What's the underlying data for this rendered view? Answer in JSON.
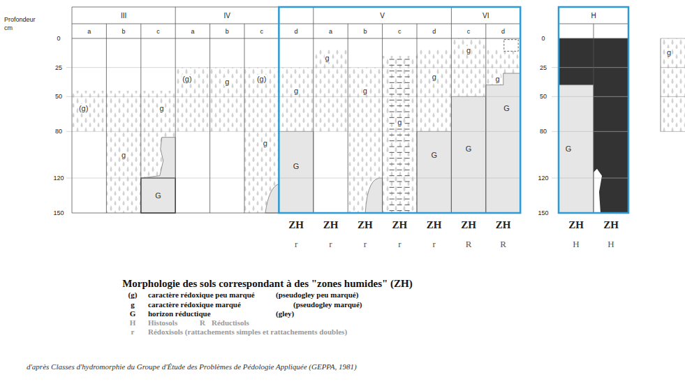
{
  "diagram": {
    "title": "Morphologie des sols correspondant à des \"zones humides\" (ZH)",
    "caption": "d'après Classes d'hydromorphie du Groupe d'Étude des Problèmes de Pédologie Appliquée (GEPPA, 1981)",
    "labels": [
      "Profondeur",
      "cm",
      "0",
      "25",
      "50",
      "80",
      "120",
      "150",
      "III",
      "IV",
      "V",
      "VI",
      "H",
      "a",
      "b",
      "c",
      "a",
      "b",
      "c",
      "d",
      "a",
      "b",
      "c",
      "d",
      "c",
      "d",
      "(g)",
      "g",
      "g",
      "G",
      "(g)",
      "g",
      "(g)",
      "g",
      "g",
      "G",
      "g",
      "g",
      "g",
      "g",
      "G",
      "g",
      "G",
      "g",
      "G",
      "G",
      "0",
      "25",
      "50",
      "80",
      "120",
      "150",
      "ZH",
      "ZH",
      "ZH",
      "ZH",
      "ZH",
      "ZH",
      "ZH",
      "ZH",
      "ZH",
      "r",
      "r",
      "r",
      "r",
      "r",
      "R",
      "R",
      "H",
      "H",
      "g",
      "(g)",
      "(pseudogley peu marqué)",
      "g",
      "(pseudogley marqué)",
      "G",
      "(gley)",
      "H",
      "R",
      "r"
    ],
    "legend": [
      {
        "text": "caractère rédoxique peu marqué"
      },
      {
        "text": "caractère rédoxique marqué"
      },
      {
        "text": "horizon réductique"
      },
      {
        "text": "Histosols"
      },
      {
        "text": "Réductisols"
      },
      {
        "text": "Rédoxisols (rattachements simples et rattachements doubles)"
      }
    ]
  }
}
